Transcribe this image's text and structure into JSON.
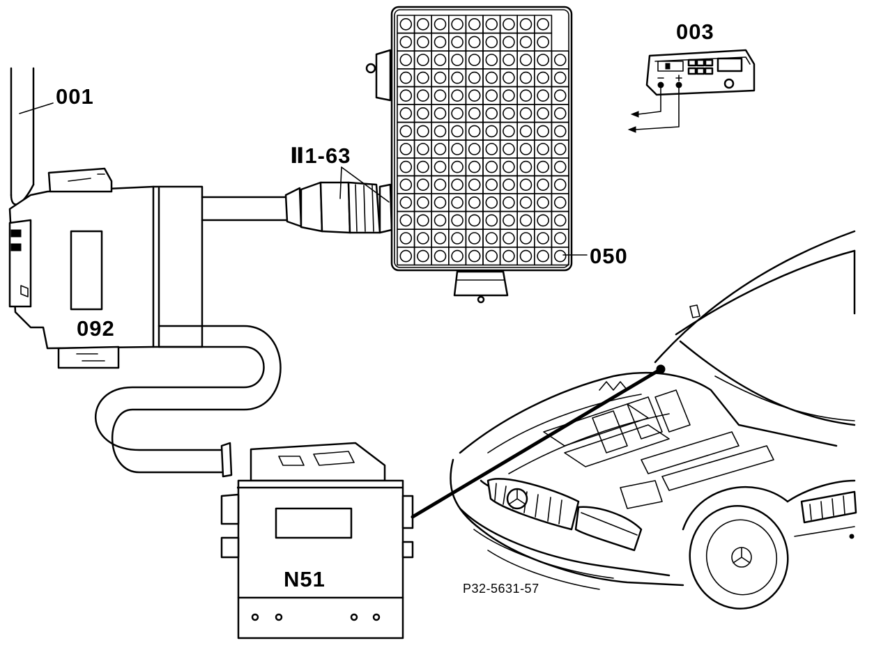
{
  "labels": {
    "l001": "001",
    "l003": "003",
    "l050": "050",
    "l092": "092",
    "lcable": "Ⅱ1-63",
    "ln51": "N51",
    "lref": "P32-5631-57"
  },
  "colors": {
    "line": "#000000",
    "background": "#ffffff"
  },
  "icons": {
    "mercedes_star": "mercedes-star-icon"
  }
}
